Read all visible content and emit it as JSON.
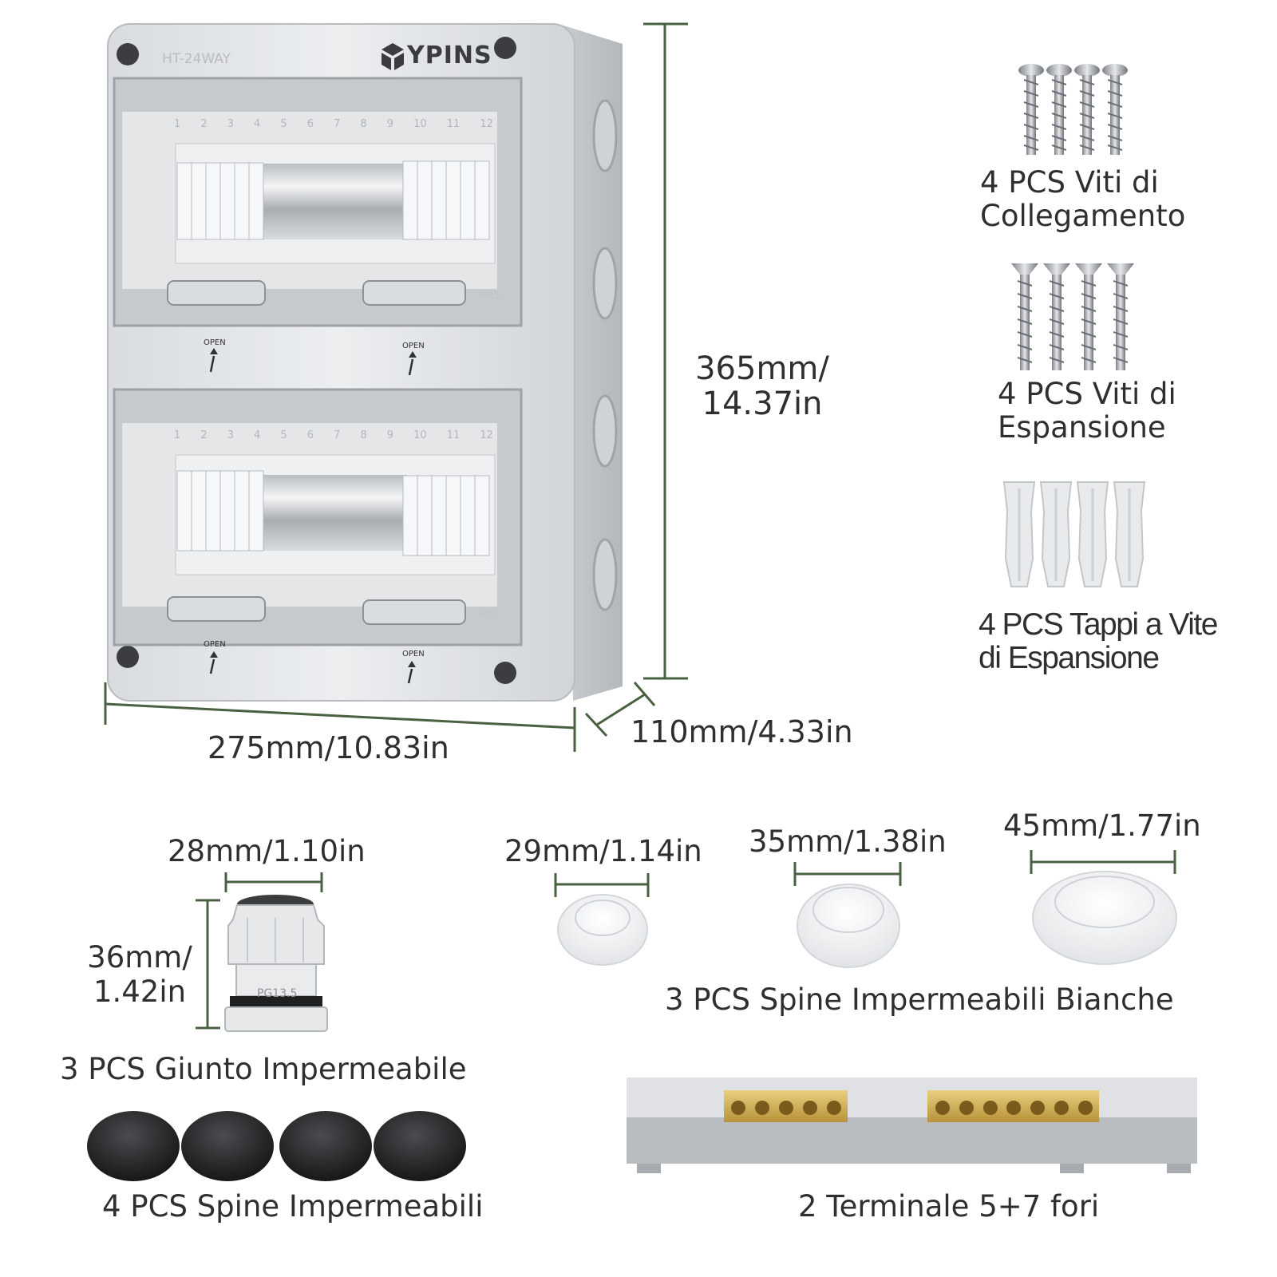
{
  "box": {
    "model_label": "HT-24WAY",
    "brand": "YPINS",
    "rating_label": "IP65",
    "open_label": "OPEN",
    "din_numbers": [
      "1",
      "2",
      "3",
      "4",
      "5",
      "6",
      "7",
      "8",
      "9",
      "10",
      "11",
      "12"
    ]
  },
  "dimensions": {
    "height": "365mm/\n14.37in",
    "width": "275mm/10.83in",
    "depth": "110mm/4.33in"
  },
  "accessories": {
    "connect_screws": "4 PCS Viti di\nCollegamento",
    "expansion_screws": "4 PCS Viti di\nEspansione",
    "anchors": "4 PCS Tappi a Vite\ndi Espansione",
    "gland_width": "28mm/1.10in",
    "gland_height": "36mm/\n1.42in",
    "gland_thread": "PG13.5",
    "gland_caption": "3 PCS Giunto Impermeabile",
    "plug_small": "29mm/1.14in",
    "plug_medium": "35mm/1.38in",
    "plug_large": "45mm/1.77in",
    "plugs_white_caption": "3 PCS Spine Impermeabili Bianche",
    "plugs_black_caption": "4 PCS Spine Impermeabili",
    "terminal_caption": "2 Terminale 5+7 fori"
  },
  "colors": {
    "dimension_line": "#4a6141",
    "enclosure": "#e4e6e8",
    "brass": "#d2b156"
  }
}
